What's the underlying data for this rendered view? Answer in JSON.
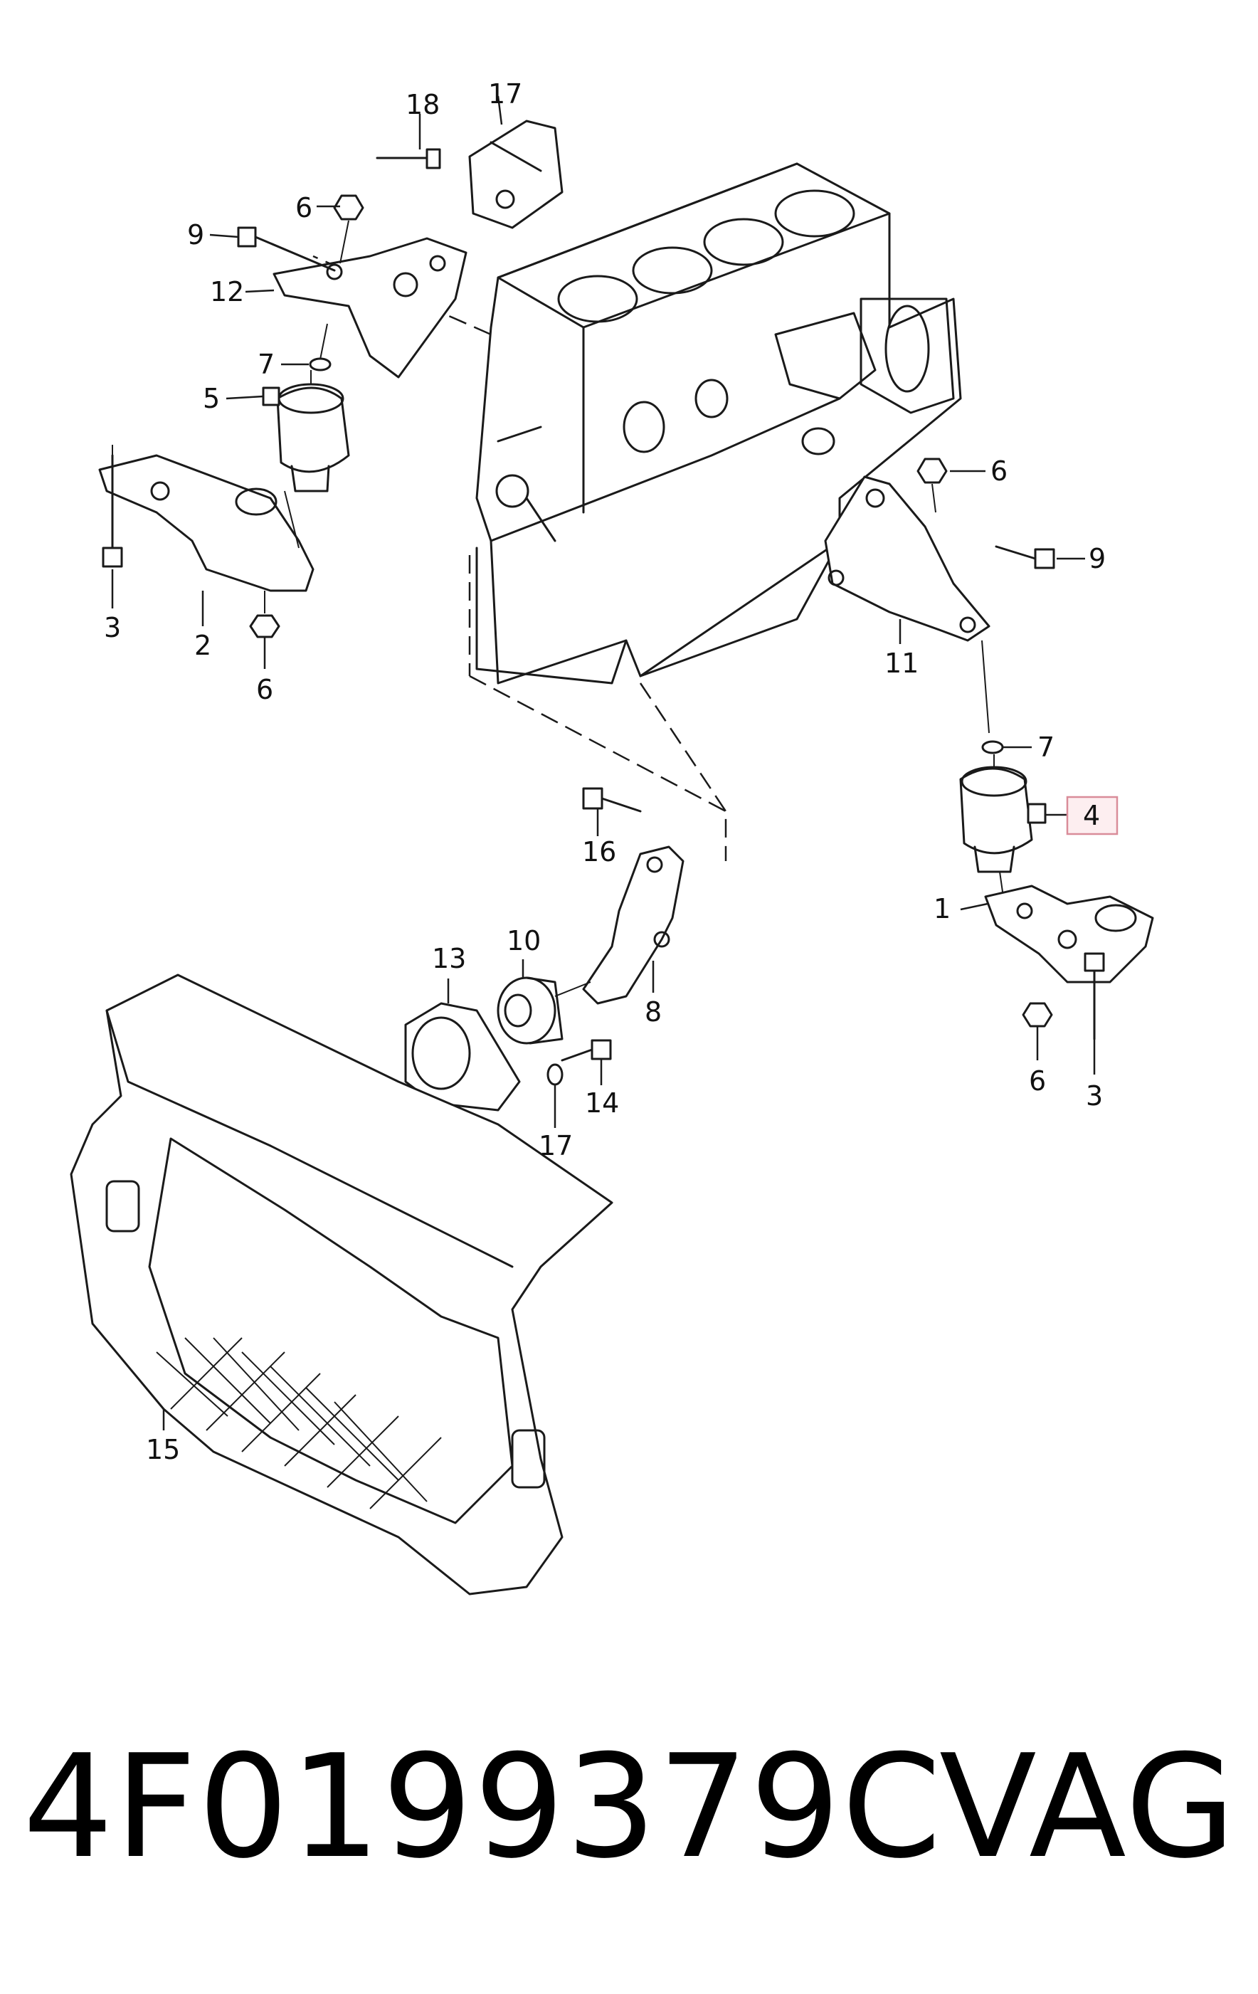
{
  "diagram": {
    "callouts": {
      "c1": "1",
      "c2": "2",
      "c3a": "3",
      "c3b": "3",
      "c4": "4",
      "c5": "5",
      "c6a": "6",
      "c6b": "6",
      "c6c": "6",
      "c6d": "6",
      "c7a": "7",
      "c7b": "7",
      "c8": "8",
      "c9a": "9",
      "c9b": "9",
      "c10": "10",
      "c11": "11",
      "c12": "12",
      "c13": "13",
      "c14": "14",
      "c15": "15",
      "c16": "16",
      "c17a": "17",
      "c17b": "17",
      "c18": "18"
    },
    "highlighted_callout": "4",
    "highlight_color": "#d98c99"
  },
  "footer": {
    "part_number": "4F0199379C",
    "brand": "VAG"
  }
}
